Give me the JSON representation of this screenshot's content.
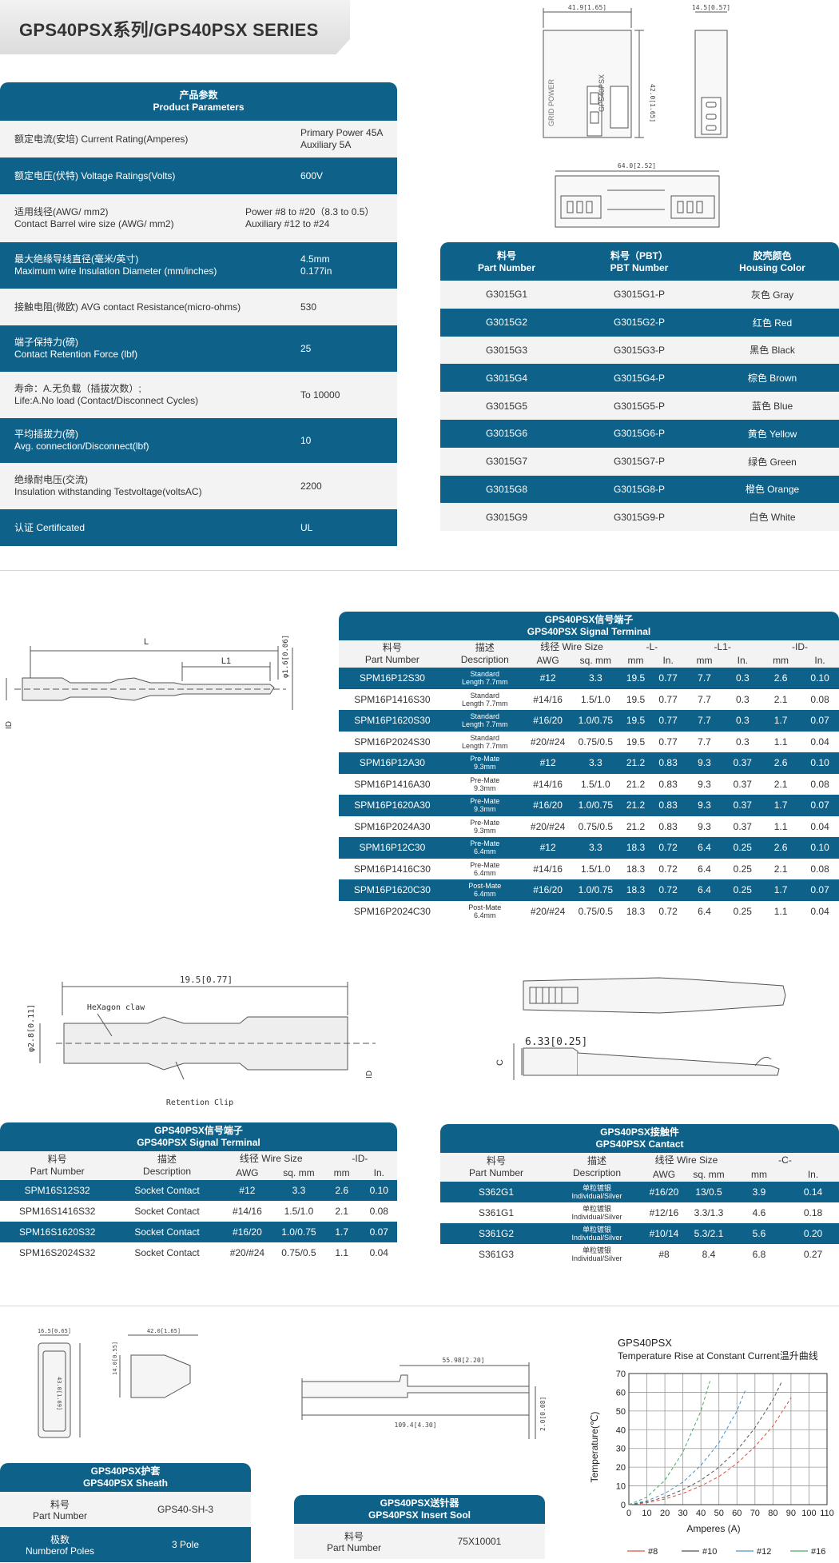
{
  "page_title": "GPS40PSX系列/GPS40PSX SERIES",
  "product_params": {
    "header_cn": "产品参数",
    "header_en": "Product Parameters",
    "rows": [
      {
        "label_cn": "额定电流(安培) Current Rating(Amperes)",
        "label_en": "",
        "value1": "Primary Power 45A",
        "value2": "Auxiliary 5A"
      },
      {
        "label_cn": "额定电压(伏特) Voltage Ratings(Volts)",
        "label_en": "",
        "value1": "600V",
        "value2": ""
      },
      {
        "label_cn": "适用线径(AWG/ mm2)",
        "label_en": "Contact Barrel wire size (AWG/ mm2)",
        "value1": "Power #8 to #20（8.3 to 0.5）",
        "value2": "Auxiliary #12 to #24"
      },
      {
        "label_cn": "最大绝缘导线直径(毫米/英寸)",
        "label_en": "Maximum wire Insulation Diameter (mm/inches)",
        "value1": "4.5mm",
        "value2": "0.177in"
      },
      {
        "label_cn": "接触电阻(微欧) AVG contact Resistance(micro-ohms)",
        "label_en": "",
        "value1": "530",
        "value2": ""
      },
      {
        "label_cn": "端子保持力(磅)",
        "label_en": "Contact Retention Force (lbf)",
        "value1": "25",
        "value2": ""
      },
      {
        "label_cn": "寿命：A.无负载（插拔次数）;",
        "label_en": "Life:A.No load (Contact/Disconnect Cycles)",
        "value1": "To 10000",
        "value2": ""
      },
      {
        "label_cn": "平均插拔力(磅)",
        "label_en": "Avg. connection/Disconnect(lbf)",
        "value1": "10",
        "value2": ""
      },
      {
        "label_cn": "绝缘耐电压(交流)",
        "label_en": "Insulation withstanding Testvoltage(voltsAC)",
        "value1": "2200",
        "value2": ""
      },
      {
        "label_cn": "认证 Certificated",
        "label_en": "",
        "value1": "UL",
        "value2": ""
      }
    ]
  },
  "housing_drawing": {
    "dim_width": "41.9[1.65]",
    "dim_depth": "14.5[0.57]",
    "dim_height": "42.0[1.65]",
    "dim_length": "64.0[2.52]",
    "housing_label": "GPS40PSX",
    "logo_text": "GRID POWER"
  },
  "housing_table": {
    "col1_cn": "料号",
    "col1_en": "Part Number",
    "col2_cn": "料号（PBT）",
    "col2_en": "PBT Number",
    "col3_cn": "胶壳颜色",
    "col3_en": "Housing Color",
    "rows": [
      [
        "G3015G1",
        "G3015G1-P",
        "灰色 Gray"
      ],
      [
        "G3015G2",
        "G3015G2-P",
        "红色 Red"
      ],
      [
        "G3015G3",
        "G3015G3-P",
        "黑色 Black"
      ],
      [
        "G3015G4",
        "G3015G4-P",
        "棕色 Brown"
      ],
      [
        "G3015G5",
        "G3015G5-P",
        "蓝色 Blue"
      ],
      [
        "G3015G6",
        "G3015G6-P",
        "黄色 Yellow"
      ],
      [
        "G3015G7",
        "G3015G7-P",
        "绿色 Green"
      ],
      [
        "G3015G8",
        "G3015G8-P",
        "橙色 Orange"
      ],
      [
        "G3015G9",
        "G3015G9-P",
        "白色 White"
      ]
    ]
  },
  "pin_drawing": {
    "L": "L",
    "L1": "L1",
    "D": "ID",
    "dia": "φ1.6[0.06]"
  },
  "signal_terminal_pin": {
    "title_cn": "GPS40PSX信号端子",
    "title_en": "GPS40PSX Signal Terminal",
    "h": {
      "pn_cn": "料号",
      "pn_en": "Part Number",
      "desc_cn": "描述",
      "desc_en": "Description",
      "wire": "线径 Wire Size",
      "awg": "AWG",
      "sqmm": "sq. mm",
      "L": "-L-",
      "L1": "-L1-",
      "ID": "-ID-",
      "mm": "mm",
      "in": "In."
    },
    "rows": [
      [
        "SPM16P12S30",
        "Standard",
        "Length 7.7mm",
        "#12",
        "3.3",
        "19.5",
        "0.77",
        "7.7",
        "0.3",
        "2.6",
        "0.10"
      ],
      [
        "SPM16P1416S30",
        "Standard",
        "Length 7.7mm",
        "#14/16",
        "1.5/1.0",
        "19.5",
        "0.77",
        "7.7",
        "0.3",
        "2.1",
        "0.08"
      ],
      [
        "SPM16P1620S30",
        "Standard",
        "Length 7.7mm",
        "#16/20",
        "1.0/0.75",
        "19.5",
        "0.77",
        "7.7",
        "0.3",
        "1.7",
        "0.07"
      ],
      [
        "SPM16P2024S30",
        "Standard",
        "Length 7.7mm",
        "#20/#24",
        "0.75/0.5",
        "19.5",
        "0.77",
        "7.7",
        "0.3",
        "1.1",
        "0.04"
      ],
      [
        "SPM16P12A30",
        "Pre-Mate",
        "9.3mm",
        "#12",
        "3.3",
        "21.2",
        "0.83",
        "9.3",
        "0.37",
        "2.6",
        "0.10"
      ],
      [
        "SPM16P1416A30",
        "Pre-Mate",
        "9.3mm",
        "#14/16",
        "1.5/1.0",
        "21.2",
        "0.83",
        "9.3",
        "0.37",
        "2.1",
        "0.08"
      ],
      [
        "SPM16P1620A30",
        "Pre-Mate",
        "9.3mm",
        "#16/20",
        "1.0/0.75",
        "21.2",
        "0.83",
        "9.3",
        "0.37",
        "1.7",
        "0.07"
      ],
      [
        "SPM16P2024A30",
        "Pre-Mate",
        "9.3mm",
        "#20/#24",
        "0.75/0.5",
        "21.2",
        "0.83",
        "9.3",
        "0.37",
        "1.1",
        "0.04"
      ],
      [
        "SPM16P12C30",
        "Pre-Mate",
        "6.4mm",
        "#12",
        "3.3",
        "18.3",
        "0.72",
        "6.4",
        "0.25",
        "2.6",
        "0.10"
      ],
      [
        "SPM16P1416C30",
        "Pre-Mate",
        "6.4mm",
        "#14/16",
        "1.5/1.0",
        "18.3",
        "0.72",
        "6.4",
        "0.25",
        "2.1",
        "0.08"
      ],
      [
        "SPM16P1620C30",
        "Post-Mate",
        "6.4mm",
        "#16/20",
        "1.0/0.75",
        "18.3",
        "0.72",
        "6.4",
        "0.25",
        "1.7",
        "0.07"
      ],
      [
        "SPM16P2024C30",
        "Post-Mate",
        "6.4mm",
        "#20/#24",
        "0.75/0.5",
        "18.3",
        "0.72",
        "6.4",
        "0.25",
        "1.1",
        "0.04"
      ]
    ]
  },
  "socket_drawing": {
    "length": "19.5[0.77]",
    "claw": "HeXagon claw",
    "clip": "Retention Clip",
    "dia": "φ2.8[0.11]",
    "D": "ID"
  },
  "contact_drawing": {
    "dim": "6.33[0.25]",
    "C": "C"
  },
  "signal_terminal_socket": {
    "title_cn": "GPS40PSX信号端子",
    "title_en": "GPS40PSX Signal Terminal",
    "h": {
      "pn_cn": "料号",
      "pn_en": "Part Number",
      "desc_cn": "描述",
      "desc_en": "Description",
      "wire": "线径 Wire Size",
      "awg": "AWG",
      "sqmm": "sq. mm",
      "ID": "-ID-",
      "mm": "mm",
      "in": "In."
    },
    "rows": [
      [
        "SPM16S12S32",
        "Socket Contact",
        "#12",
        "3.3",
        "2.6",
        "0.10"
      ],
      [
        "SPM16S1416S32",
        "Socket Contact",
        "#14/16",
        "1.5/1.0",
        "2.1",
        "0.08"
      ],
      [
        "SPM16S1620S32",
        "Socket Contact",
        "#16/20",
        "1.0/0.75",
        "1.7",
        "0.07"
      ],
      [
        "SPM16S2024S32",
        "Socket Contact",
        "#20/#24",
        "0.75/0.5",
        "1.1",
        "0.04"
      ]
    ]
  },
  "contacts": {
    "title_cn": "GPS40PSX接触件",
    "title_en": "GPS40PSX Cantact",
    "h": {
      "pn_cn": "料号",
      "pn_en": "Part Number",
      "desc_cn": "描述",
      "desc_en": "Description",
      "wire": "线径 Wire Size",
      "awg": "AWG",
      "sqmm": "sq. mm",
      "C": "-C-",
      "mm": "mm",
      "in": "In."
    },
    "rows": [
      [
        "S362G1",
        "单粒镀银",
        "Individual/Silver",
        "#16/20",
        "13/0.5",
        "3.9",
        "0.14"
      ],
      [
        "S361G1",
        "单粒镀银",
        "Individual/Silver",
        "#12/16",
        "3.3/1.3",
        "4.6",
        "0.18"
      ],
      [
        "S361G2",
        "单粒镀银",
        "Individual/Silver",
        "#10/14",
        "5.3/2.1",
        "5.6",
        "0.20"
      ],
      [
        "S361G3",
        "单粒镀银",
        "Individual/Silver",
        "#8",
        "8.4",
        "6.8",
        "0.27"
      ]
    ]
  },
  "sheath_drawing": {
    "d1": "16.5[0.65]",
    "d2": "42.0[1.65]",
    "d3": "43.0[1.69]",
    "d4": "14.0[0.55]"
  },
  "sheath": {
    "title_cn": "GPS40PSX护套",
    "title_en": "GPS40PSX Sheath",
    "r1_cn": "料号",
    "r1_en": "Part Number",
    "r1_val": "GPS40-SH-3",
    "r2_cn": "极数",
    "r2_en": "Numberof Poles",
    "r2_val": "3 Pole"
  },
  "tool_drawing": {
    "d1": "55.98[2.20]",
    "d2": "109.4[4.30]",
    "d3": "2.0[0.08]"
  },
  "insert_tool": {
    "title_cn": "GPS40PSX送针器",
    "title_en": "GPS40PSX Insert Sool",
    "r1_cn": "料号",
    "r1_en": "Part Number",
    "r1_val": "75X10001"
  },
  "chart_data": {
    "type": "line",
    "title": "GPS40PSX",
    "subtitle": "Temperature Rise at Constant Current温升曲线",
    "xlabel": "Amperes (A)",
    "ylabel": "Temperature(℃)",
    "xlim": [
      0,
      110
    ],
    "ylim": [
      0,
      70
    ],
    "xticks": [
      "0",
      "10",
      "20",
      "30",
      "40",
      "50",
      "60",
      "70",
      "80",
      "90",
      "100",
      "110"
    ],
    "yticks": [
      "0",
      "10",
      "20",
      "30",
      "40",
      "50",
      "60",
      "70"
    ],
    "grid": true,
    "legend_position": "bottom",
    "series": [
      {
        "name": "#8",
        "color": "#e0503c",
        "x": [
          0,
          10,
          20,
          30,
          40,
          50,
          60,
          70,
          80,
          90
        ],
        "y": [
          0,
          1,
          3,
          6,
          10,
          15,
          22,
          31,
          42,
          57
        ]
      },
      {
        "name": "#10",
        "color": "#555555",
        "x": [
          0,
          10,
          20,
          30,
          40,
          50,
          60,
          70,
          80,
          85
        ],
        "y": [
          0,
          1.5,
          4,
          8,
          13,
          20,
          29,
          41,
          56,
          66
        ]
      },
      {
        "name": "#12",
        "color": "#4a90c8",
        "x": [
          0,
          10,
          20,
          30,
          40,
          50,
          60,
          65
        ],
        "y": [
          0,
          2,
          6,
          12,
          21,
          33,
          50,
          62
        ]
      },
      {
        "name": "#16",
        "color": "#4aa860",
        "x": [
          0,
          10,
          20,
          30,
          40,
          45
        ],
        "y": [
          0,
          4,
          13,
          28,
          50,
          66
        ]
      }
    ]
  }
}
